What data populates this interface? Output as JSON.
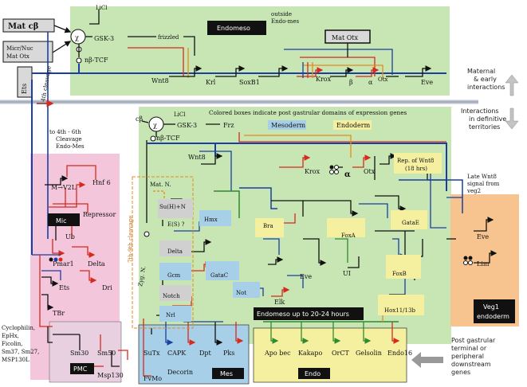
{
  "colors": {
    "endomeso_green": "#c8e6b4",
    "mic_pink": "#f4c6dc",
    "veg1_orange": "#f7c48f",
    "endo_yellow": "#f5f0a0",
    "mes_blue": "#a8cfe8",
    "gate_gray": "#c9c9c9",
    "blue_line": "#1a3fa0",
    "red_line": "#d62a1e",
    "orange_line": "#e88a1a",
    "green_line": "#2e8b2e",
    "black_line": "#111111"
  },
  "boxes": {
    "mat_cb": "Mat cβ",
    "micr_nuc": "Micr/Nuc\nMat Otx",
    "ets_top": "Ets",
    "mat_otx": "Mat Otx",
    "endomeso_top": "Endomeso",
    "endomeso_bottom": "Endomeso up to 20-24 hours",
    "mic": "Mic",
    "pmc": "PMC",
    "mes": "Mes",
    "endo": "Endo",
    "veg1": "Veg1\nendoderm",
    "mesoderm_legend": "Mesoderm",
    "endoderm_legend": "Endoderm"
  },
  "labels": {
    "outside": "outside\nEndo-mes",
    "licl_top": "LiCl",
    "gsk3_top": "GSK-3",
    "frizzled": "frizzled",
    "nbtcf_top": "nβ-TCF",
    "wnt8_top": "Wnt8",
    "krl": "Krl",
    "soxb1": "SoxB1",
    "krox_top": "Krox",
    "beta_top": "β",
    "alpha_top": "α",
    "otx_top": "Otx",
    "eve_top": "Eve",
    "fourth_cleavage": "4th cleavage",
    "chi_top": "χ",
    "maternal": "Maternal\n& early\ninteractions",
    "definitive": "Interactions\nin definitive\nterritories",
    "colored_boxes": "Colored boxes indicate post gastrular domains of expression genes",
    "cb_mid": "cβ",
    "licl_mid": "LiCl",
    "gsk3_mid": "GSK-3",
    "frz": "Frz",
    "nbtcf_mid": "nβ-TCF",
    "chi_mid": "χ",
    "cleavage_4_6": "to 4th - 6th\nCleavage\nEndo-Mes",
    "m_v2l": "M→V2L",
    "hnf6": "Hnf 6",
    "repressor": "Repressor",
    "ub": "Ub",
    "pmar1": "Pmar1",
    "delta_mic": "Delta",
    "ets_mid": "Ets",
    "dri": "Dri",
    "tbr": "TBr",
    "wnt8_mid": "Wnt8",
    "krox_mid": "Krox",
    "alpha_mid": "α",
    "otx_mid": "Otx",
    "rep_wnt8": "Rep. of Wnt8\n(18 hrs)",
    "late_wnt8": "Late Wnt8\nsignal from\nveg2",
    "mat_n": "Mat. N.",
    "zyg_n": "Zyg. N.",
    "cleavage_7_9": "7th-9th cleavage",
    "suh_n": "Su(H)+N",
    "es": "E(S) ?",
    "delta_mes": "Delta",
    "hmx": "Hmx",
    "bra": "Bra",
    "foxa": "FoxA",
    "gatae": "GataE",
    "eve_veg1": "Eve",
    "lim": "Lim",
    "gcm": "Gcm",
    "gatac": "GataC",
    "eve_mid": "Eve",
    "ui": "UI",
    "foxb": "FoxB",
    "notch": "Notch",
    "not": "Not",
    "elk": "Elk",
    "hox": "Hox11/13b",
    "nrl": "Nrl",
    "pmc_genes": "Cyclophilin,\nEpHx,\nFicolin,\nSm37, Sm27,\nMSP130L",
    "sm30": "Sm30",
    "sm50": "Sm50",
    "msp130": "Msp130",
    "sutx": "SuTx",
    "capk": "CAPK",
    "dpt": "Dpt",
    "pks": "Pks",
    "fvmo": "FvMo",
    "decorin": "Decorin",
    "apo_bec": "Apo bec",
    "kakapo": "Kakapo",
    "orct": "OrCT",
    "gelsolin": "Gelsolin",
    "endo16": "Endo16",
    "post_gastrular": "Post gastrular\nterminal or\nperipheral\ndownstream\ngenes"
  }
}
